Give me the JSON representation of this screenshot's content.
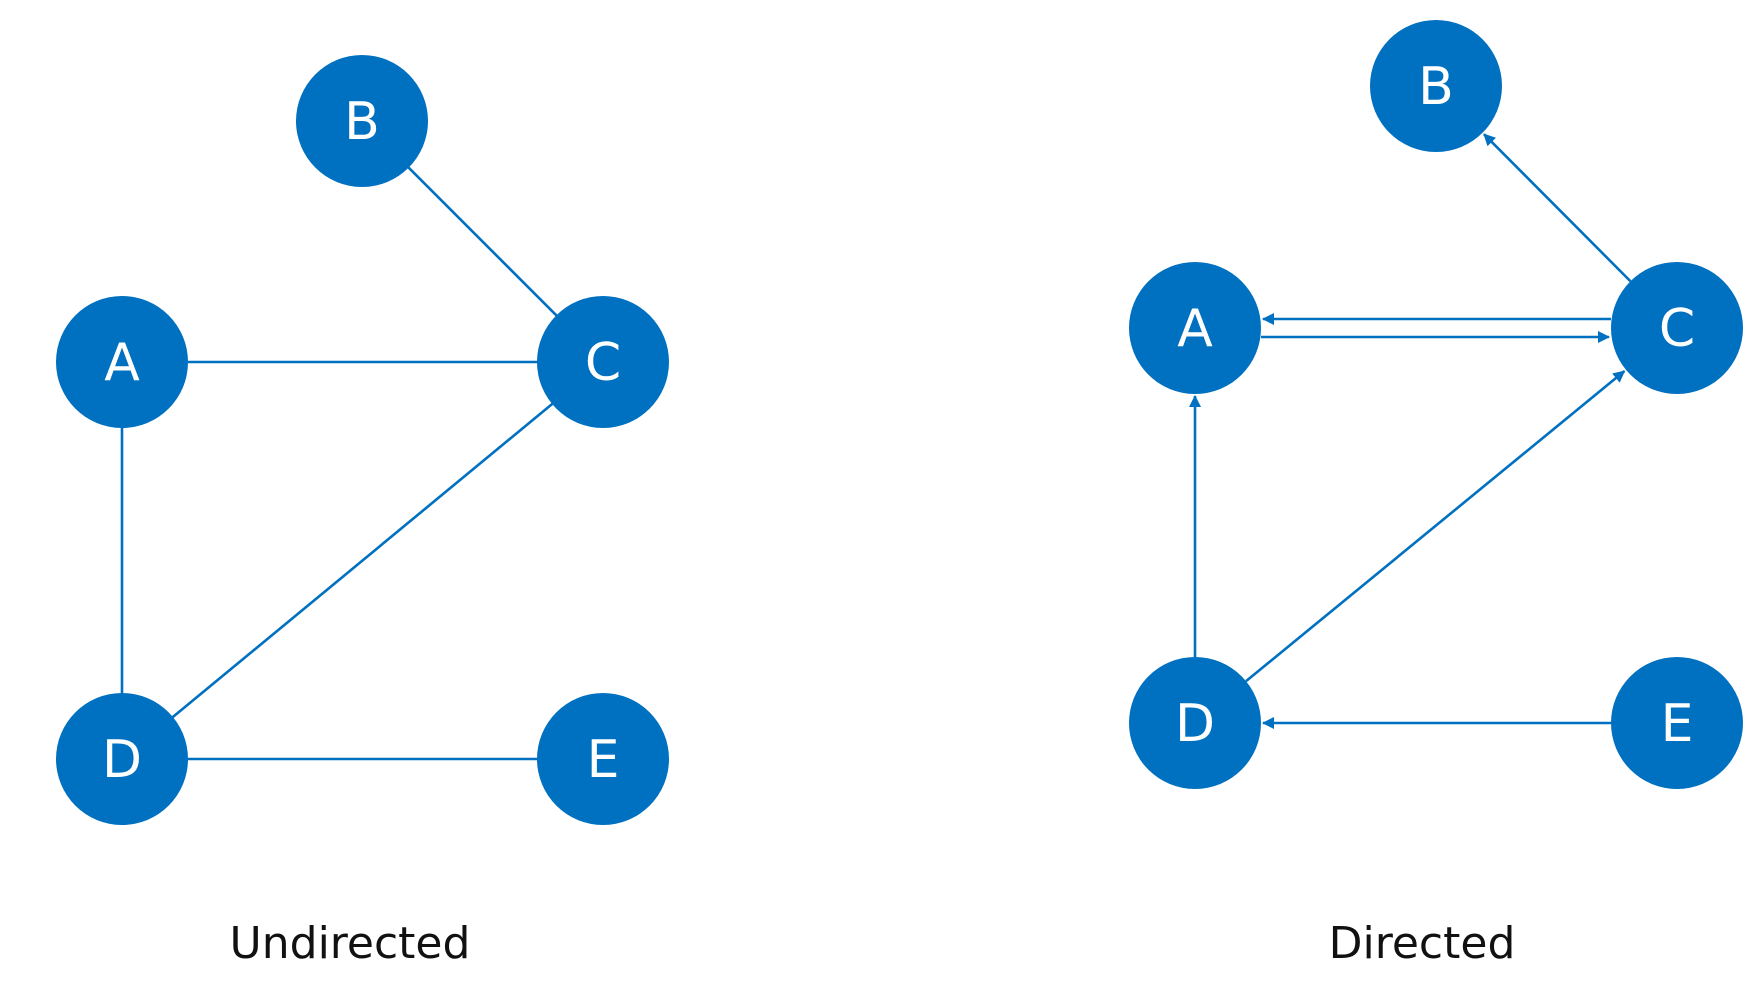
{
  "colors": {
    "node": "#0070c0",
    "edge": "#0070c0",
    "label": "#ffffff",
    "caption": "#111111"
  },
  "graphs": [
    {
      "caption": "Undirected",
      "directed": false,
      "nodes": [
        "A",
        "B",
        "C",
        "D",
        "E"
      ],
      "edges": [
        [
          "B",
          "C"
        ],
        [
          "A",
          "C"
        ],
        [
          "A",
          "D"
        ],
        [
          "C",
          "D"
        ],
        [
          "D",
          "E"
        ]
      ]
    },
    {
      "caption": "Directed",
      "directed": true,
      "nodes": [
        "A",
        "B",
        "C",
        "D",
        "E"
      ],
      "edges": [
        [
          "C",
          "B"
        ],
        [
          "A",
          "C"
        ],
        [
          "C",
          "A"
        ],
        [
          "D",
          "A"
        ],
        [
          "D",
          "C"
        ],
        [
          "E",
          "D"
        ]
      ]
    }
  ]
}
